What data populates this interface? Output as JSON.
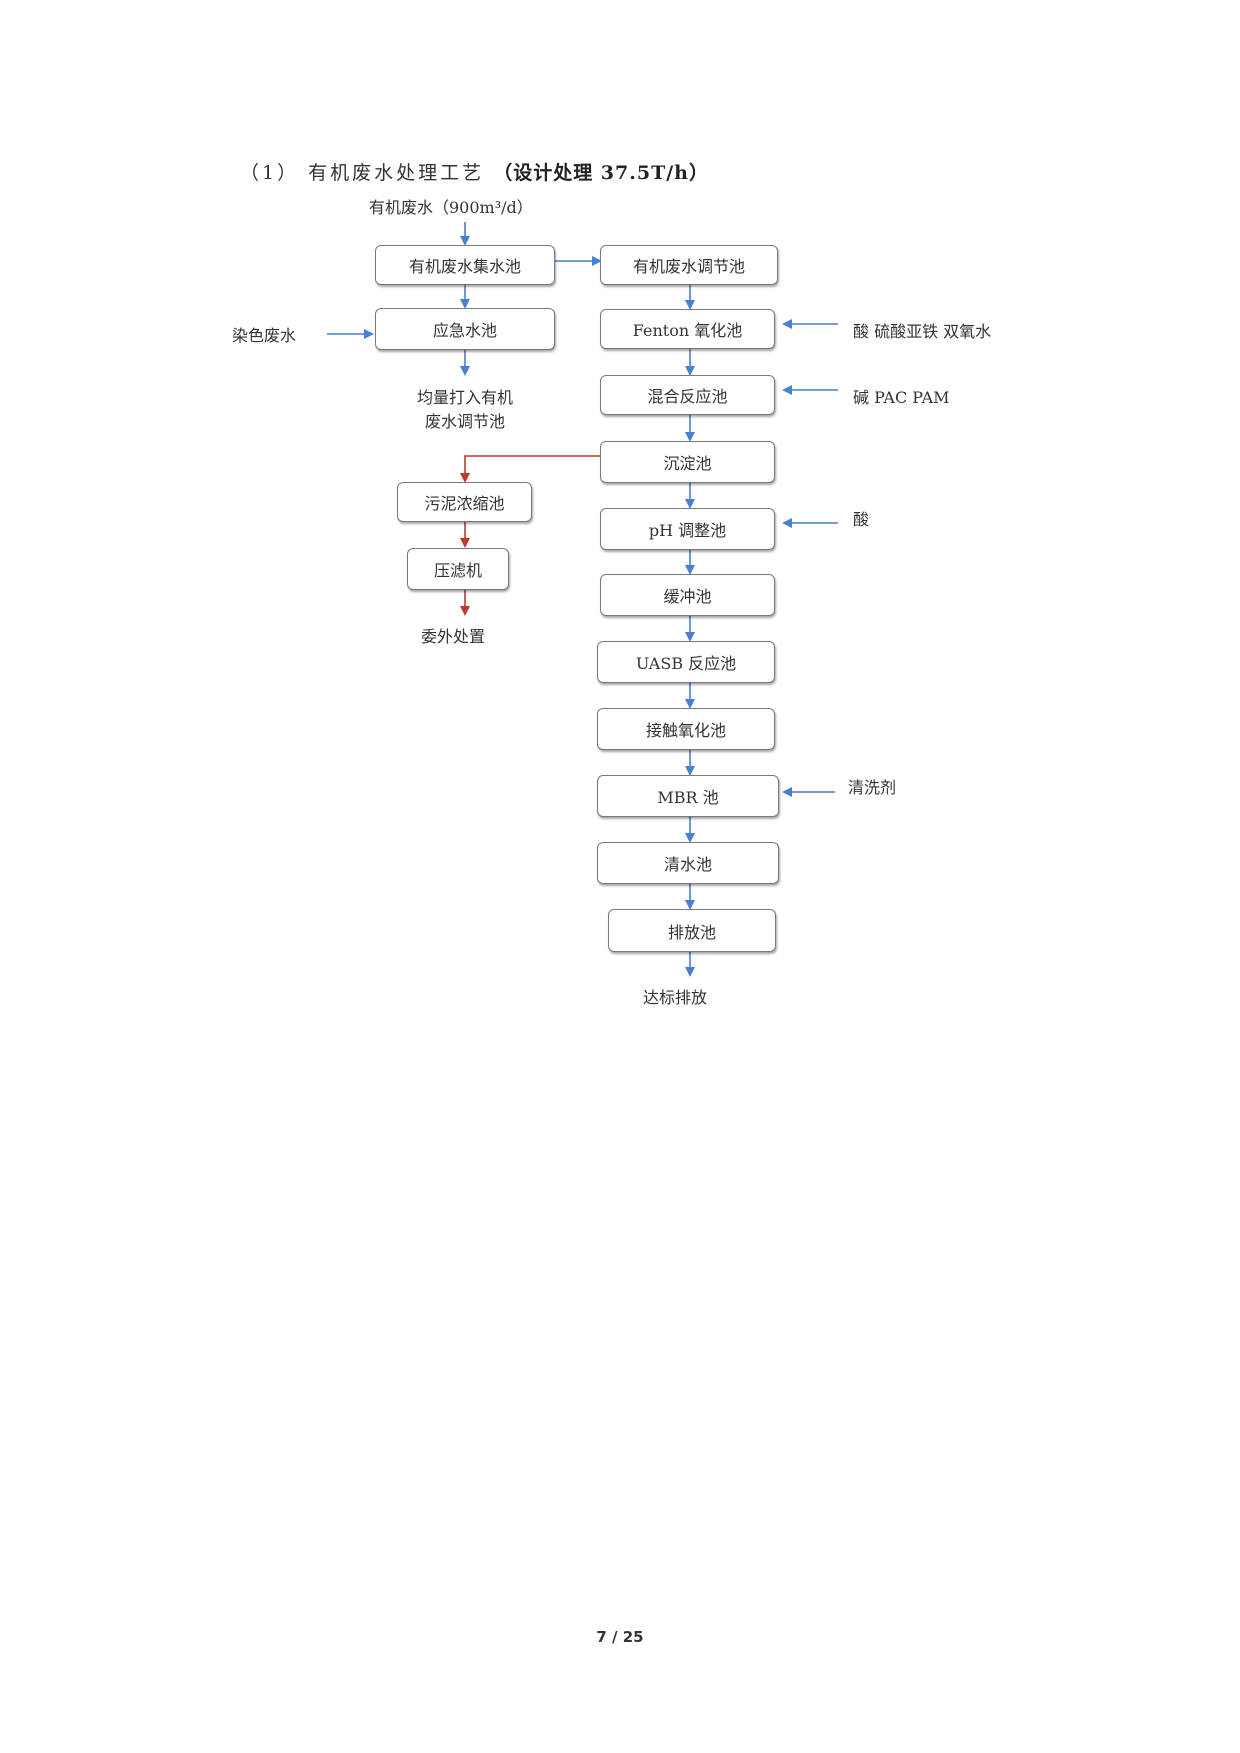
{
  "title": {
    "prefix": "（1） 有机废水处理工艺",
    "bold": "（设计处理 37.5T/h）"
  },
  "input_label": "有机废水（900m³/d）",
  "left_column": {
    "collect_pool": "有机废水集水池",
    "emergency_pool": "应急水池",
    "dye_wastewater": "染色废水",
    "return_note_line1": "均量打入有机",
    "return_note_line2": "废水调节池",
    "sludge_thickener": "污泥浓缩池",
    "filter_press": "压滤机",
    "outsourced_disposal": "委外处置"
  },
  "main_column": {
    "equalization": "有机废水调节池",
    "fenton": "Fenton 氧化池",
    "mixing": "混合反应池",
    "sedimentation": "沉淀池",
    "ph_adjust": "pH 调整池",
    "buffer": "缓冲池",
    "uasb": "UASB 反应池",
    "contact_oxidation": "接触氧化池",
    "mbr": "MBR 池",
    "clear_water": "清水池",
    "discharge_pool": "排放池",
    "compliant_discharge": "达标排放"
  },
  "reagents": {
    "fenton": "酸 硫酸亚铁 双氧水",
    "mixing": "碱 PAC PAM",
    "ph": "酸",
    "mbr": "清洗剂"
  },
  "page_number": "7 / 25",
  "colors": {
    "flow_arrow": "#4a7fd1",
    "sludge_arrow": "#c0392b",
    "box_border": "#7a7a7a"
  }
}
